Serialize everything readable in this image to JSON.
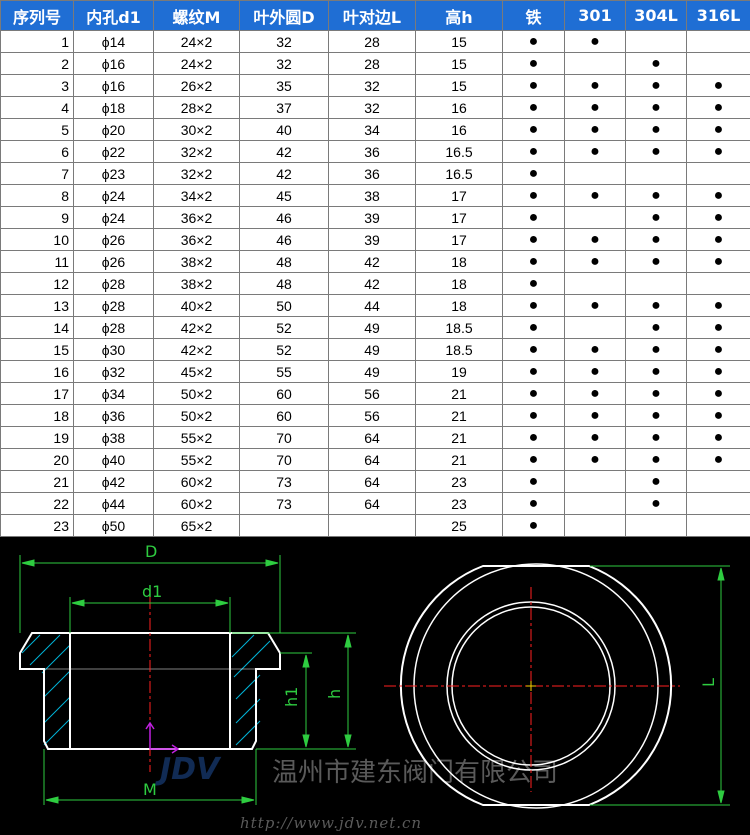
{
  "table": {
    "headers": [
      "序列号",
      "内孔d1",
      "螺纹M",
      "叶外圆D",
      "叶对边L",
      "高h",
      "铁",
      "301",
      "304L",
      "316L"
    ],
    "mark": "●",
    "rows": [
      {
        "no": "1",
        "d1": "ϕ14",
        "m": "24×2",
        "d": "32",
        "l": "28",
        "h": "15",
        "iron": true,
        "s301": true,
        "s304l": false,
        "s316l": false
      },
      {
        "no": "2",
        "d1": "ϕ16",
        "m": "24×2",
        "d": "32",
        "l": "28",
        "h": "15",
        "iron": true,
        "s301": false,
        "s304l": true,
        "s316l": false
      },
      {
        "no": "3",
        "d1": "ϕ16",
        "m": "26×2",
        "d": "35",
        "l": "32",
        "h": "15",
        "iron": true,
        "s301": true,
        "s304l": true,
        "s316l": true
      },
      {
        "no": "4",
        "d1": "ϕ18",
        "m": "28×2",
        "d": "37",
        "l": "32",
        "h": "16",
        "iron": true,
        "s301": true,
        "s304l": true,
        "s316l": true
      },
      {
        "no": "5",
        "d1": "ϕ20",
        "m": "30×2",
        "d": "40",
        "l": "34",
        "h": "16",
        "iron": true,
        "s301": true,
        "s304l": true,
        "s316l": true
      },
      {
        "no": "6",
        "d1": "ϕ22",
        "m": "32×2",
        "d": "42",
        "l": "36",
        "h": "16.5",
        "iron": true,
        "s301": true,
        "s304l": true,
        "s316l": true
      },
      {
        "no": "7",
        "d1": "ϕ23",
        "m": "32×2",
        "d": "42",
        "l": "36",
        "h": "16.5",
        "iron": true,
        "s301": false,
        "s304l": false,
        "s316l": false
      },
      {
        "no": "8",
        "d1": "ϕ24",
        "m": "34×2",
        "d": "45",
        "l": "38",
        "h": "17",
        "iron": true,
        "s301": true,
        "s304l": true,
        "s316l": true
      },
      {
        "no": "9",
        "d1": "ϕ24",
        "m": "36×2",
        "d": "46",
        "l": "39",
        "h": "17",
        "iron": true,
        "s301": false,
        "s304l": true,
        "s316l": true
      },
      {
        "no": "10",
        "d1": "ϕ26",
        "m": "36×2",
        "d": "46",
        "l": "39",
        "h": "17",
        "iron": true,
        "s301": true,
        "s304l": true,
        "s316l": true
      },
      {
        "no": "11",
        "d1": "ϕ26",
        "m": "38×2",
        "d": "48",
        "l": "42",
        "h": "18",
        "iron": true,
        "s301": true,
        "s304l": true,
        "s316l": true
      },
      {
        "no": "12",
        "d1": "ϕ28",
        "m": "38×2",
        "d": "48",
        "l": "42",
        "h": "18",
        "iron": true,
        "s301": false,
        "s304l": false,
        "s316l": false
      },
      {
        "no": "13",
        "d1": "ϕ28",
        "m": "40×2",
        "d": "50",
        "l": "44",
        "h": "18",
        "iron": true,
        "s301": true,
        "s304l": true,
        "s316l": true
      },
      {
        "no": "14",
        "d1": "ϕ28",
        "m": "42×2",
        "d": "52",
        "l": "49",
        "h": "18.5",
        "iron": true,
        "s301": false,
        "s304l": true,
        "s316l": true
      },
      {
        "no": "15",
        "d1": "ϕ30",
        "m": "42×2",
        "d": "52",
        "l": "49",
        "h": "18.5",
        "iron": true,
        "s301": true,
        "s304l": true,
        "s316l": true
      },
      {
        "no": "16",
        "d1": "ϕ32",
        "m": "45×2",
        "d": "55",
        "l": "49",
        "h": "19",
        "iron": true,
        "s301": true,
        "s304l": true,
        "s316l": true
      },
      {
        "no": "17",
        "d1": "ϕ34",
        "m": "50×2",
        "d": "60",
        "l": "56",
        "h": "21",
        "iron": true,
        "s301": true,
        "s304l": true,
        "s316l": true
      },
      {
        "no": "18",
        "d1": "ϕ36",
        "m": "50×2",
        "d": "60",
        "l": "56",
        "h": "21",
        "iron": true,
        "s301": true,
        "s304l": true,
        "s316l": true
      },
      {
        "no": "19",
        "d1": "ϕ38",
        "m": "55×2",
        "d": "70",
        "l": "64",
        "h": "21",
        "iron": true,
        "s301": true,
        "s304l": true,
        "s316l": true
      },
      {
        "no": "20",
        "d1": "ϕ40",
        "m": "55×2",
        "d": "70",
        "l": "64",
        "h": "21",
        "iron": true,
        "s301": true,
        "s304l": true,
        "s316l": true
      },
      {
        "no": "21",
        "d1": "ϕ42",
        "m": "60×2",
        "d": "73",
        "l": "64",
        "h": "23",
        "iron": true,
        "s301": false,
        "s304l": true,
        "s316l": false
      },
      {
        "no": "22",
        "d1": "ϕ44",
        "m": "60×2",
        "d": "73",
        "l": "64",
        "h": "23",
        "iron": true,
        "s301": false,
        "s304l": true,
        "s316l": false
      },
      {
        "no": "23",
        "d1": "ϕ50",
        "m": "65×2",
        "d": "",
        "l": "",
        "h": "25",
        "iron": true,
        "s301": false,
        "s304l": false,
        "s316l": false
      }
    ]
  },
  "drawing": {
    "labels": {
      "D": "D",
      "d1": "d1",
      "h1": "h1",
      "h": "h",
      "M": "M",
      "L": "L"
    },
    "watermark_logo": "JDV",
    "watermark_company": "温州市建东阀门有限公司",
    "watermark_url": "http://www.jdv.net.cn"
  },
  "colors": {
    "header_bg": "#1f6ed4",
    "header_text": "#ffffff",
    "drawing_bg": "#000000",
    "outline": "#ffffff",
    "dimension": "#2ecc40",
    "hatch": "#00b4d8",
    "centerline": "#ff2020",
    "axis_marker": "#c020e0",
    "watermark": "#5a5a5a"
  }
}
